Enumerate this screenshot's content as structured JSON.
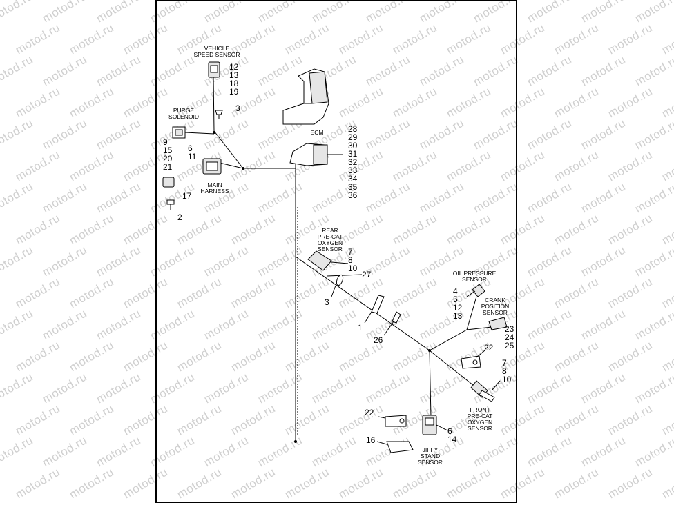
{
  "watermark": "motod.ru",
  "labels": {
    "vehicle_speed_sensor": [
      "VEHICLE",
      "SPEED SENSOR"
    ],
    "purge_solenoid": [
      "PURGE",
      "SOLENOID"
    ],
    "main_harness": [
      "MAIN",
      "HARNESS"
    ],
    "ecm": [
      "ECM"
    ],
    "rear_oxygen_sensor": [
      "REAR",
      "PRE-CAT",
      "OXYGEN",
      "SENSOR"
    ],
    "oil_pressure_sensor": [
      "OIL PRESSURE",
      "SENSOR"
    ],
    "crank_position_sensor": [
      "CRANK",
      "POSITION",
      "SENSOR"
    ],
    "front_oxygen_sensor": [
      "FRONT",
      "PRE-CAT",
      "OXYGEN",
      "SENSOR"
    ],
    "jiffy_stand_sensor": [
      "JIFFY",
      "STAND",
      "SENSOR"
    ]
  },
  "callouts": {
    "vss": [
      "12",
      "13",
      "18",
      "19"
    ],
    "purge_fastener": [
      "3"
    ],
    "purge": [
      "9",
      "15",
      "20",
      "21"
    ],
    "main": [
      "6",
      "11"
    ],
    "fuse": [
      "17"
    ],
    "screw": [
      "2"
    ],
    "ecm": [
      "28",
      "29",
      "30",
      "31",
      "32",
      "33",
      "34",
      "35",
      "36"
    ],
    "rear_o2": [
      "7",
      "8",
      "10"
    ],
    "strap": [
      "27"
    ],
    "clip": [
      "3"
    ],
    "conduit": [
      "1"
    ],
    "tie": [
      "26"
    ],
    "oil": [
      "4",
      "5",
      "12",
      "13"
    ],
    "crank": [
      "23",
      "24",
      "25"
    ],
    "crank_term": [
      "22"
    ],
    "front_o2": [
      "7",
      "8",
      "10"
    ],
    "jiffy_term": [
      "22"
    ],
    "jiffy": [
      "6",
      "14"
    ],
    "jiffy_box": [
      "16"
    ]
  }
}
